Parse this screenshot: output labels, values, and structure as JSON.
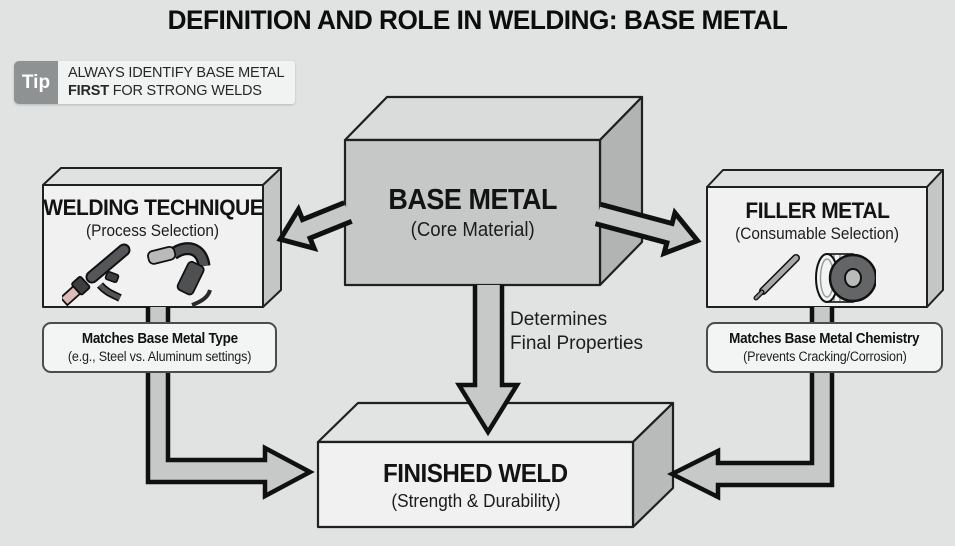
{
  "title": "DEFINITION AND ROLE IN WELDING: BASE METAL",
  "tip": {
    "badge": "Tip",
    "line1": "ALWAYS IDENTIFY BASE METAL",
    "line2_bold": "FIRST",
    "line2_rest": " FOR STRONG WELDS"
  },
  "nodes": {
    "base_metal": {
      "title": "BASE METAL",
      "subtitle": "(Core Material)"
    },
    "welding_technique": {
      "title": "WELDING TECHNIQUE",
      "subtitle": "(Process Selection)",
      "icons": [
        "tig-torch-icon",
        "mig-gun-icon"
      ]
    },
    "filler_metal": {
      "title": "FILLER METAL",
      "subtitle": "(Consumable Selection)",
      "icons": [
        "welding-rod-icon",
        "wire-spool-icon"
      ]
    },
    "finished_weld": {
      "title": "FINISHED WELD",
      "subtitle": "(Strength & Durability)"
    }
  },
  "labels": {
    "technique_note": {
      "bold": "Matches Base Metal Type",
      "detail": "(e.g., Steel vs. Aluminum settings)"
    },
    "filler_note": {
      "bold": "Matches Base Metal Chemistry",
      "detail": "(Prevents Cracking/Corrosion)"
    },
    "determines": {
      "line1": "Determines",
      "line2": "Final Properties"
    }
  },
  "colors": {
    "background": "#e1e3e3",
    "box_face_light": "#f0f1f0",
    "base_metal_face": "#c6c8c7",
    "arrow_fill": "#c7c9c9",
    "outline": "#1f2121",
    "tip_badge": "#8f9293",
    "label_border": "#4c4c4c"
  }
}
